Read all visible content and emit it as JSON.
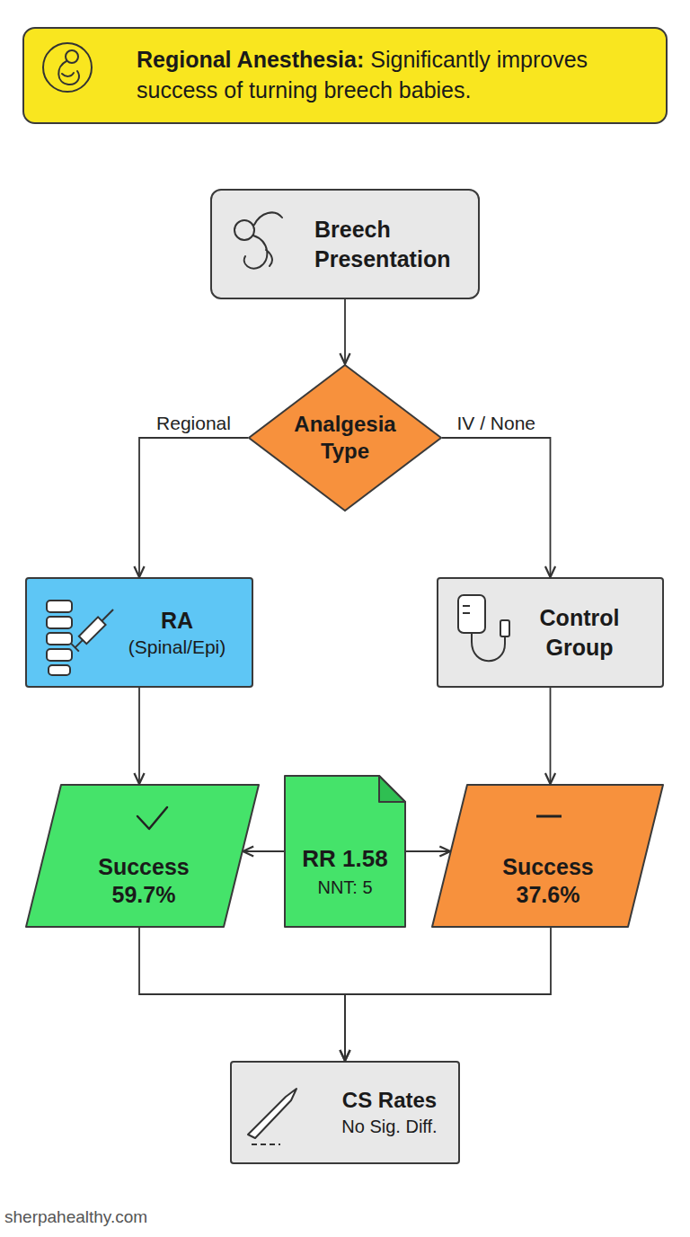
{
  "diagram": {
    "nodes": [
      {
        "text": [
          "Regional Anesthesia:",
          "Significantly improves success of turning breech babies."
        ]
      },
      {
        "text": [
          "Breech Presentation"
        ]
      },
      {
        "text": [
          "Analgesia Type"
        ]
      },
      {
        "text": [
          "RA",
          "(Spinal/Epi)"
        ]
      },
      {
        "text": [
          "Control Group"
        ]
      },
      {
        "text": [
          "Success 59.7%"
        ]
      },
      {
        "text": [
          "RR 1.58",
          "NNT: 5"
        ]
      },
      {
        "text": [
          "Success 37.6%"
        ]
      },
      {
        "text": [
          "CS Rates",
          "No Sig. Diff."
        ]
      }
    ],
    "edges": [
      {
        "from": 1,
        "to": 2,
        "arrow": "to"
      },
      {
        "from": 2,
        "to": 3,
        "label": "Regional",
        "arrow": "to"
      },
      {
        "from": 2,
        "to": 4,
        "label": "IV / None",
        "arrow": "to"
      },
      {
        "from": 3,
        "to": 5,
        "arrow": "to"
      },
      {
        "from": 4,
        "to": 7,
        "arrow": "to"
      },
      {
        "from": 6,
        "to": 5,
        "arrow": "to"
      },
      {
        "from": 6,
        "to": 7,
        "arrow": "to"
      },
      {
        "from": 5,
        "to": 8,
        "arrow": "to"
      },
      {
        "from": 7,
        "to": 8,
        "arrow": "to"
      }
    ],
    "labels": [
      "sherpahealthy.com"
    ]
  }
}
